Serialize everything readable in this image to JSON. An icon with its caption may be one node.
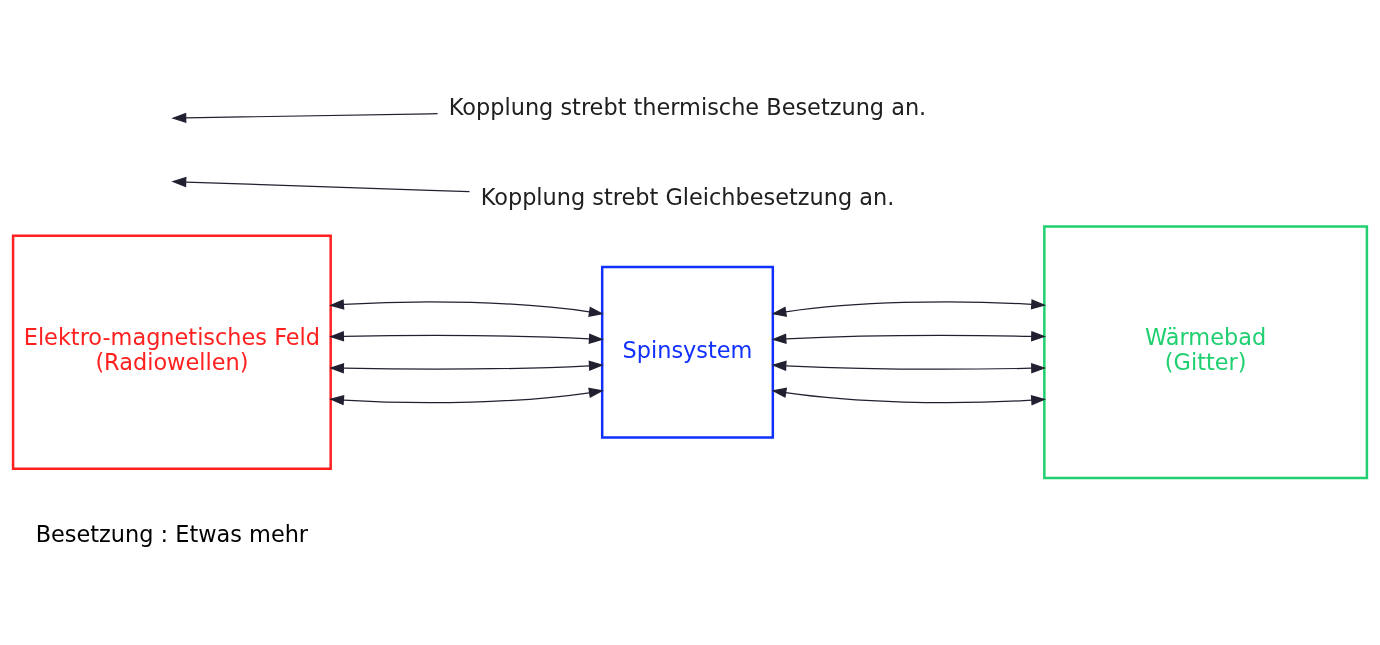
{
  "diagram": {
    "nodes": [
      {
        "text": [
          "Elektro-magnetisches Feld",
          "(Radiowellen)"
        ]
      },
      {
        "text": [
          "Spinsystem"
        ]
      },
      {
        "text": [
          "Wärmebad",
          "(Gitter)"
        ]
      },
      {
        "text": [
          "Kopplung strebt Gleichbesetzung an."
        ]
      },
      {
        "text": [
          "Kopplung strebt thermische Besetzung an."
        ]
      }
    ],
    "edges": [
      {
        "from": 0,
        "to": 1,
        "arrow": "both"
      },
      {
        "from": 0,
        "to": 1,
        "arrow": "both"
      },
      {
        "from": 0,
        "to": 1,
        "arrow": "both"
      },
      {
        "from": 0,
        "to": 1,
        "arrow": "both"
      },
      {
        "from": 1,
        "to": 2,
        "arrow": "both"
      },
      {
        "from": 1,
        "to": 2,
        "arrow": "both"
      },
      {
        "from": 1,
        "to": 2,
        "arrow": "both"
      },
      {
        "from": 1,
        "to": 2,
        "arrow": "both"
      },
      {
        "from": 3,
        "to": null,
        "arrow": "to"
      },
      {
        "from": 4,
        "to": null,
        "arrow": "to"
      }
    ],
    "labels": [
      "Besetzung : Etwas mehr"
    ]
  }
}
